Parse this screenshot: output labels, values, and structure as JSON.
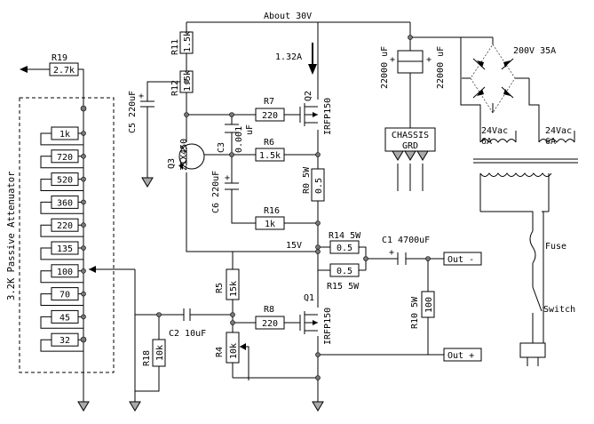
{
  "supply": {
    "voltage": "About 30V",
    "current": "1.32A"
  },
  "mid_node": "15V",
  "attenuator": {
    "title": "3.2K Passive Attenuator",
    "resistors": [
      "1k",
      "720",
      "520",
      "360",
      "220",
      "135",
      "100",
      "70",
      "45",
      "32"
    ]
  },
  "resistors": {
    "r19": {
      "name": "R19",
      "value": "2.7k"
    },
    "r11": {
      "name": "R11",
      "value": "1.5k"
    },
    "r12": {
      "name": "R12",
      "value": "1.5k"
    },
    "r7": {
      "name": "R7",
      "value": "220"
    },
    "r6": {
      "name": "R6",
      "value": "1.5k"
    },
    "r0": {
      "name": "R0 5W",
      "value": "0.5"
    },
    "r16": {
      "name": "R16",
      "value": "1k"
    },
    "r14": {
      "name": "R14 5W",
      "value": "0.5"
    },
    "r15": {
      "name": "R15 5W",
      "value": "0.5"
    },
    "r5": {
      "name": "R5",
      "value": "15k"
    },
    "r8": {
      "name": "R8",
      "value": "220"
    },
    "r4": {
      "name": "R4",
      "value": "10k"
    },
    "r18": {
      "name": "R18",
      "value": "10k"
    },
    "r10": {
      "name": "R10 5W",
      "value": "100"
    }
  },
  "capacitors": {
    "c5": "C5 220uF",
    "c3": "C3",
    "c3_value": "0.001",
    "c3_unit": "uF",
    "c6": "C6 220uF",
    "c1": "C1 4700uF",
    "c2": "C2  10uF",
    "bulk_left": "22000 uF",
    "bulk_right": "22000 uF"
  },
  "transistors": {
    "q2": "Q2",
    "q2_type": "IRFP150",
    "q1": "Q1",
    "q1_type": "IRFP150",
    "q3": "Q3",
    "q3_type": "ZTX450"
  },
  "chassis": {
    "line1": "CHASSIS",
    "line2": "GRD"
  },
  "bridge": "200V 35A",
  "transformer": {
    "sec_left_v": "24Vac",
    "sec_left_a": "6A",
    "sec_right_v": "24Vac",
    "sec_right_a": "6A"
  },
  "fuse": "Fuse",
  "switch": "Switch",
  "outputs": {
    "minus": "Out -",
    "plus": "Out +"
  }
}
